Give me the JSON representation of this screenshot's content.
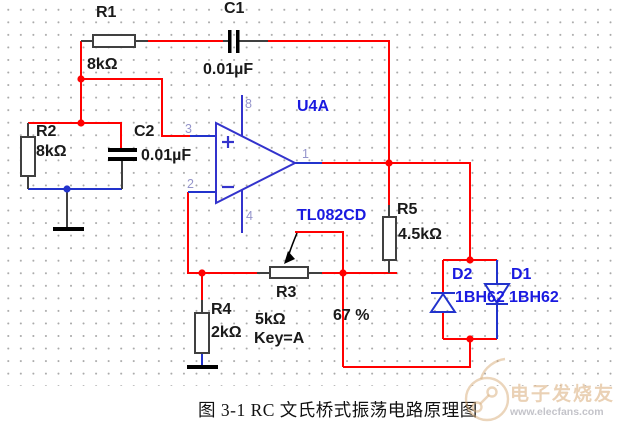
{
  "schematic": {
    "opamp": {
      "designator": "U4A",
      "part": "TL082CD",
      "pins": {
        "out": "1",
        "inv": "2",
        "noninv": "3",
        "vneg": "4",
        "vpos": "8"
      }
    },
    "components": {
      "r1": {
        "label": "R1",
        "value": "8kΩ"
      },
      "r2": {
        "label": "R2",
        "value": "8kΩ"
      },
      "r3": {
        "label": "R3",
        "value": "5kΩ",
        "key": "Key=A",
        "percent": "67 %"
      },
      "r4": {
        "label": "R4",
        "value": "2kΩ"
      },
      "r5": {
        "label": "R5",
        "value": "4.5kΩ"
      },
      "c1": {
        "label": "C1",
        "value": "0.01µF"
      },
      "c2": {
        "label": "C2",
        "value": "0.01µF"
      },
      "d1": {
        "label": "D1",
        "part": "1BH62"
      },
      "d2": {
        "label": "D2",
        "part": "1BH62"
      }
    }
  },
  "caption": "图 3-1 RC 文氏桥式振荡电路原理图",
  "watermark": {
    "brand": "电子发烧友",
    "url": "www.elecfans.com"
  },
  "colors": {
    "wire_red": "#ff0000",
    "wire_blue": "#2233cc",
    "opamp_blue": "#3333cc",
    "component_outline": "#404040",
    "label_black": "#1a1a1a",
    "label_blue": "#1a1ae0",
    "pin_label": "#9595cb",
    "grid_dot": "#a9a9a9"
  }
}
